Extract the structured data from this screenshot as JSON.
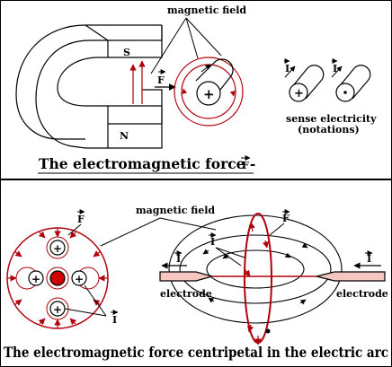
{
  "top": {
    "magnetic_field_label": "magnetic field",
    "pole_s": "S",
    "pole_n": "N",
    "force_label": "F",
    "current_label": "I",
    "sense_line1": "sense electricity",
    "sense_line2": "(notations)",
    "caption": "The electromagnetic force - F",
    "caption_main": "The electromagnetic force -",
    "caption_vector": "F"
  },
  "bottom": {
    "magnetic_field_label": "magnetic field",
    "force_label": "F",
    "current_label": "I",
    "electrode_left": "electrode",
    "electrode_right": "electrode",
    "caption": "The electromagnetic force centripetal in the electric arc"
  },
  "colors": {
    "accent_red": "#b0000b",
    "electrode_fill": "#f6c6c0",
    "center_dot": "#d10000"
  }
}
